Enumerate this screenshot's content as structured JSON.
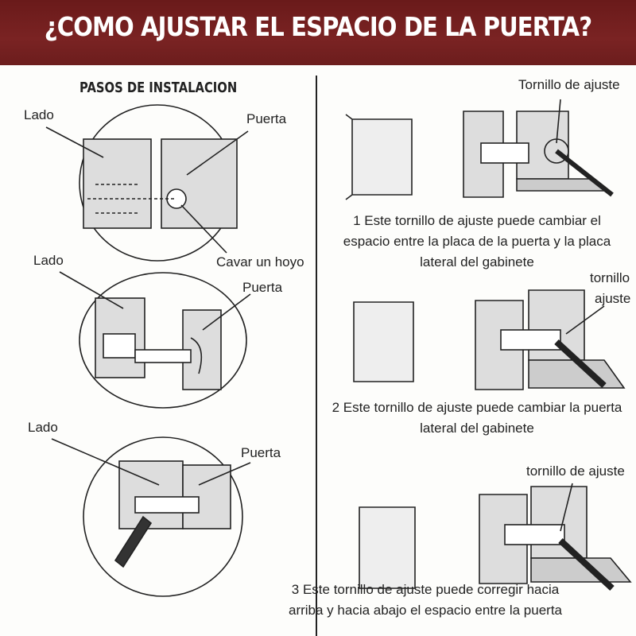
{
  "header": {
    "title": "¿COMO AJUSTAR EL ESPACIO DE LA PUERTA?",
    "color": "#6e1c1c"
  },
  "left": {
    "title": "PASOS DE INSTALACION",
    "step1": {
      "side": "Lado",
      "door": "Puerta",
      "hole": "Cavar un hoyo"
    },
    "step2": {
      "side": "Lado",
      "door": "Puerta"
    },
    "step3": {
      "side": "Lado",
      "door": "Puerta"
    }
  },
  "right": {
    "adj1": {
      "label": "Tornillo de ajuste",
      "caption": [
        "1 Este tornillo de ajuste puede cambiar el",
        "espacio entre la placa de la puerta y la placa",
        "lateral del gabinete"
      ]
    },
    "adj2": {
      "label": [
        "tornillo",
        "ajuste"
      ],
      "caption": [
        "2 Este tornillo de ajuste puede cambiar la puerta",
        "lateral del gabinete"
      ]
    },
    "adj3": {
      "label": "tornillo de ajuste",
      "caption": [
        "3 Este tornillo de ajuste puede corregir hacia",
        "arriba y hacia abajo el espacio entre la puerta"
      ]
    }
  }
}
